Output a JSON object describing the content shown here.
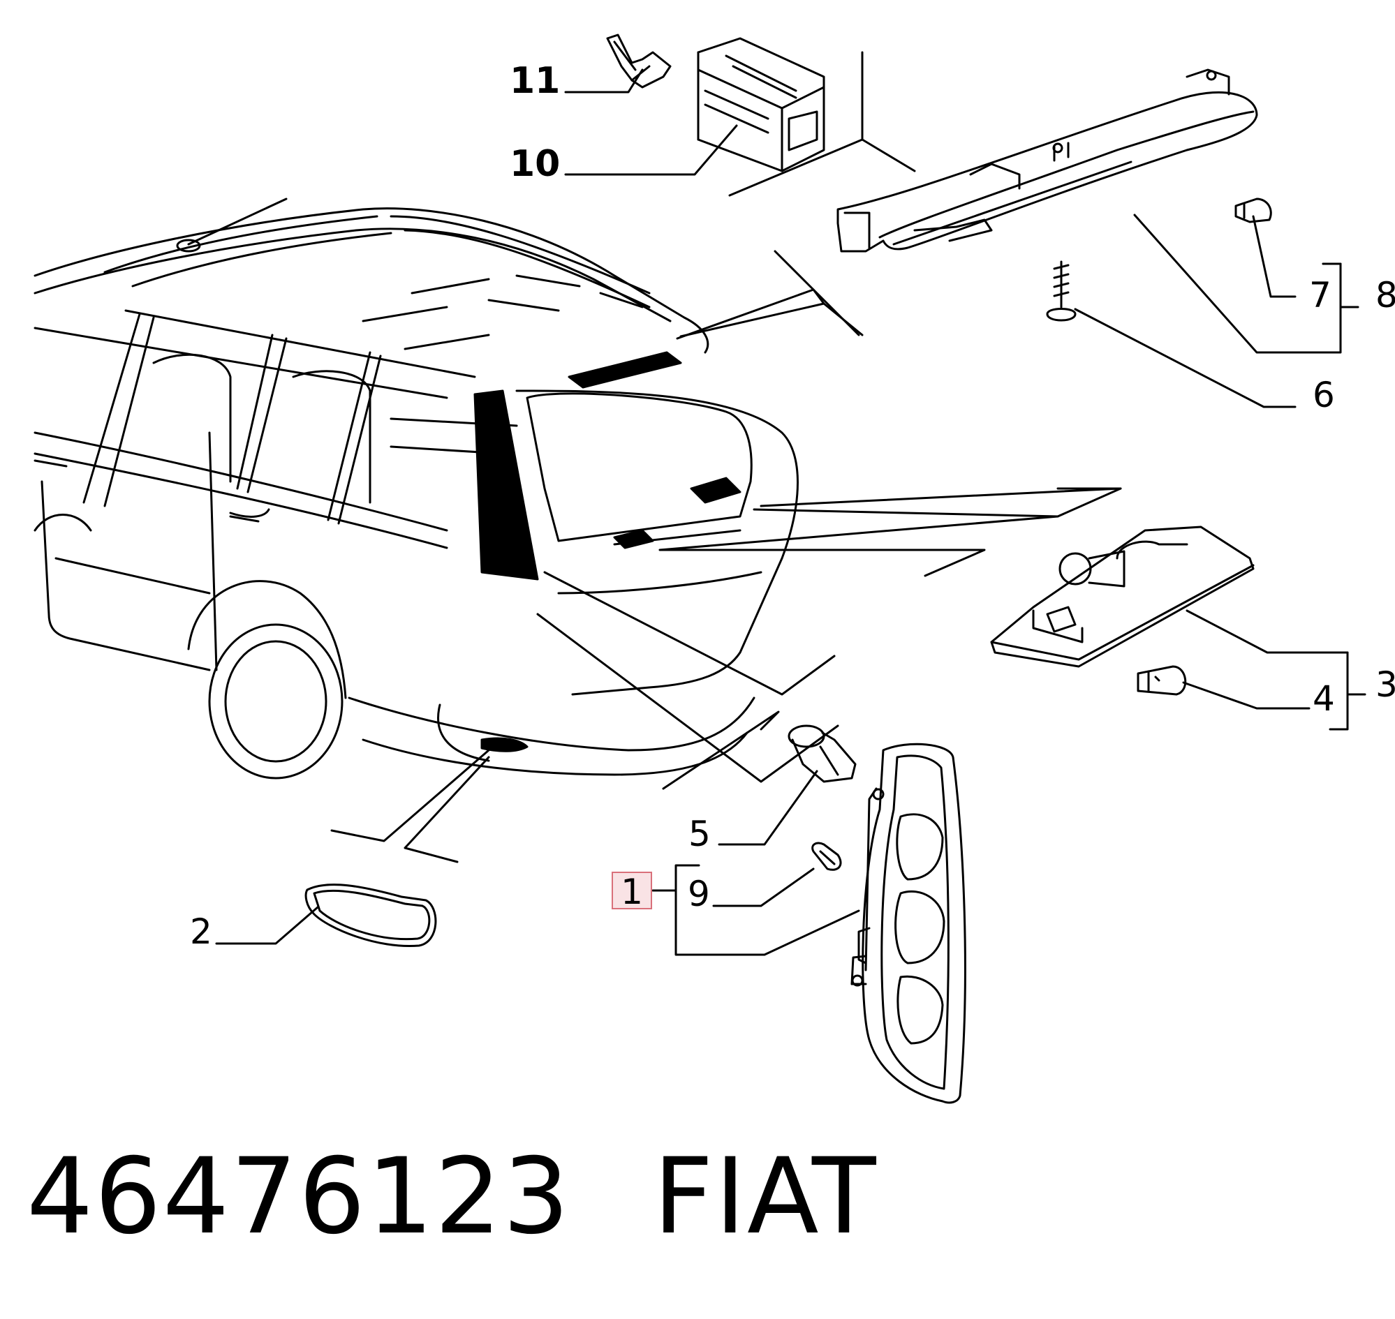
{
  "callouts": {
    "c1": "1",
    "c2": "2",
    "c3": "3",
    "c4": "4",
    "c5": "5",
    "c6": "6",
    "c7": "7",
    "c8": "8",
    "c9": "9",
    "c10": "10",
    "c11": "11"
  },
  "highlight_color": "#e8a0a8",
  "caption": {
    "part_number": "46476123",
    "brand": "FIAT"
  }
}
